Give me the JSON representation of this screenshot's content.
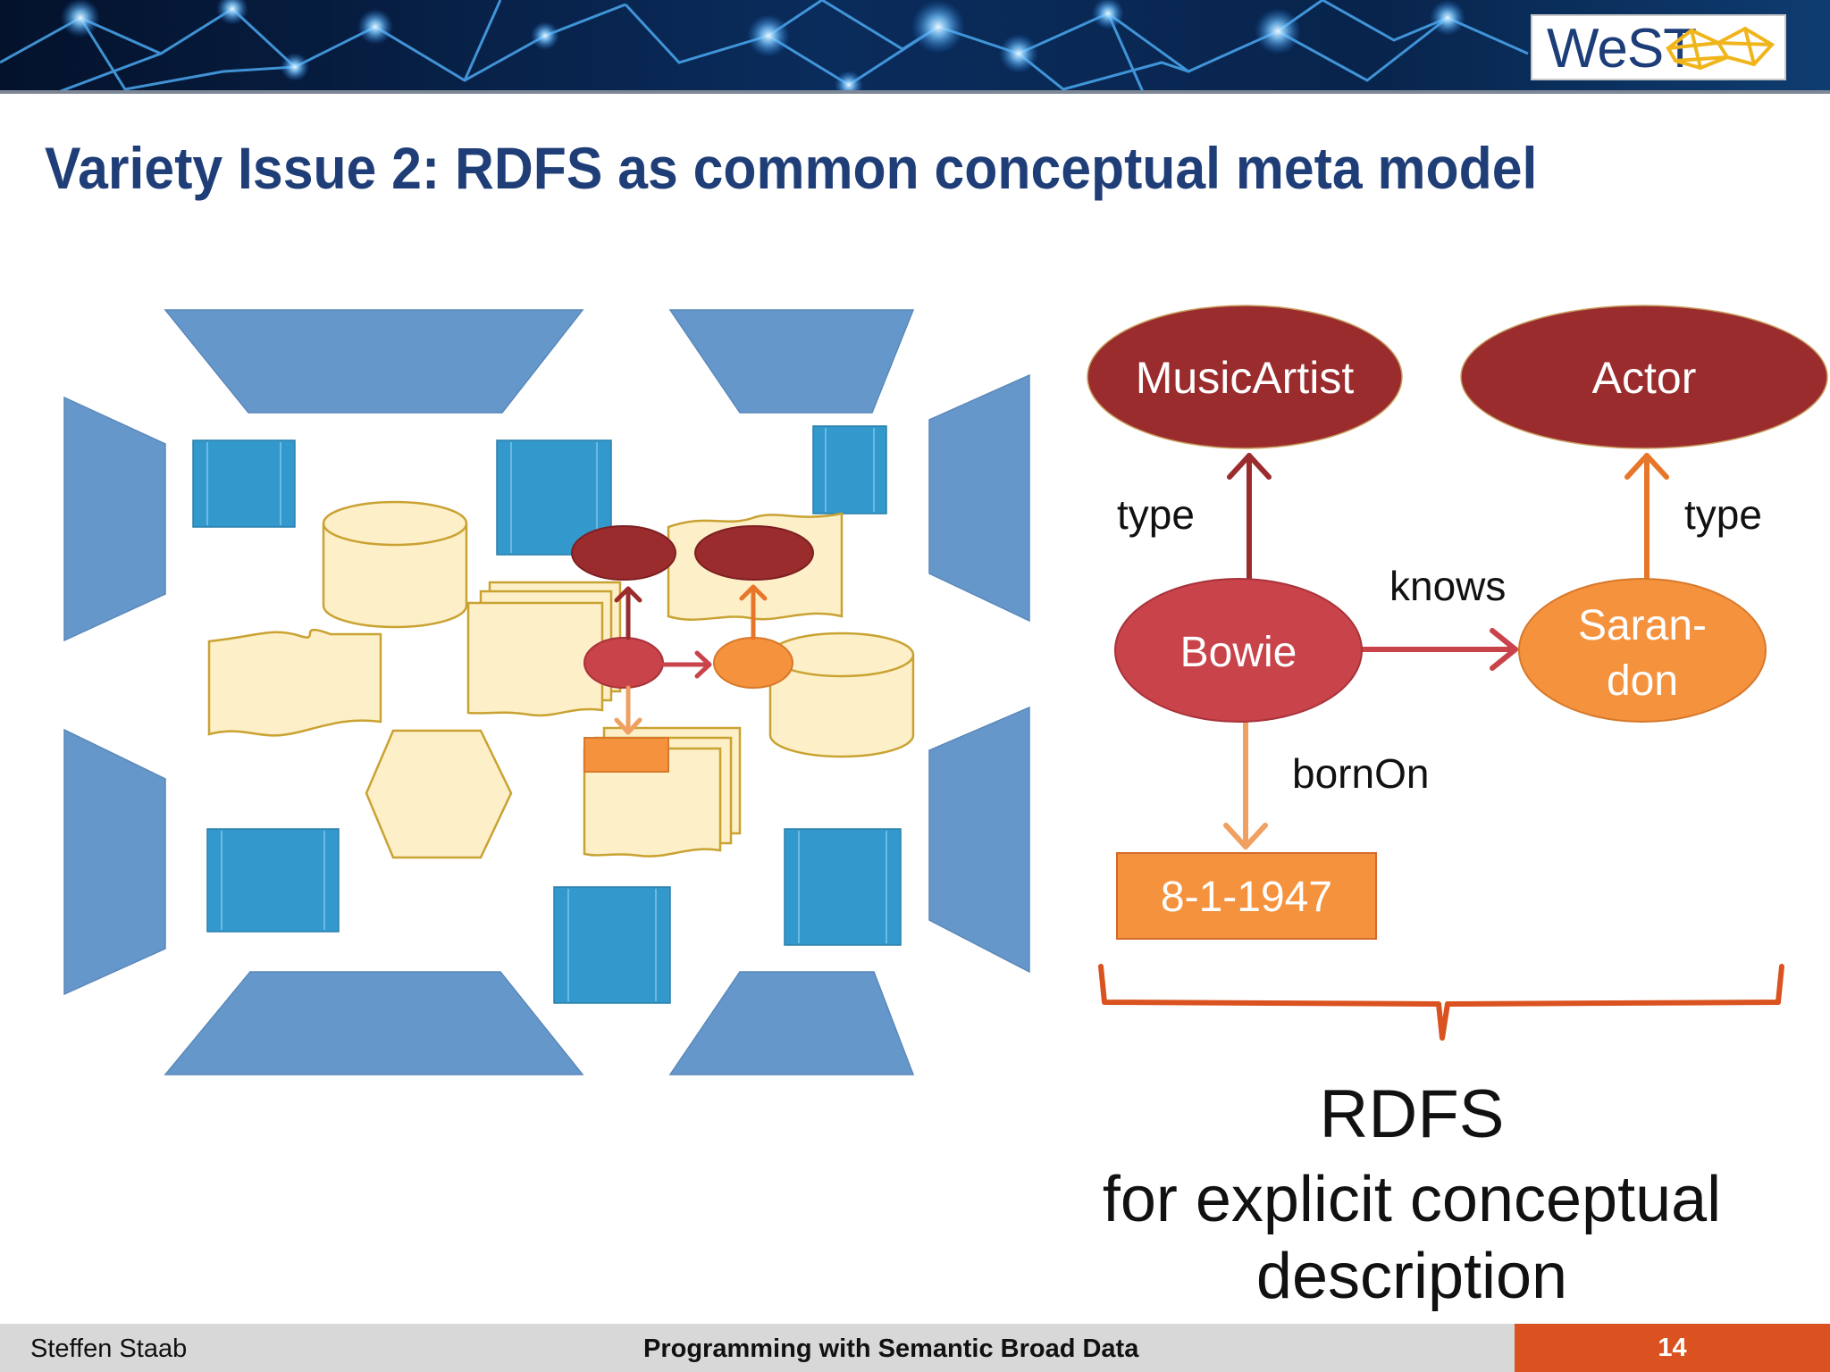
{
  "logo": {
    "text": "WeST"
  },
  "title": "Variety Issue 2: RDFS as common conceptual meta model",
  "graph": {
    "nodes": {
      "musicartist": "MusicArtist",
      "actor": "Actor",
      "bowie": "Bowie",
      "sarandon_line1": "Saran-",
      "sarandon_line2": "don",
      "date": "8-1-1947"
    },
    "edges": {
      "type_left": "type",
      "type_right": "type",
      "knows": "knows",
      "bornon": "bornOn"
    }
  },
  "caption": {
    "title": "RDFS",
    "line1": "for explicit conceptual",
    "line2": "description"
  },
  "footer": {
    "author": "Steffen Staab",
    "course": "Programming with Semantic Broad Data",
    "page": "14"
  },
  "colors": {
    "title": "#1f3e77",
    "class_node": "#9b2c2e",
    "instance_node": "#c9434a",
    "literal_node": "#f5923e",
    "footer_accent": "#d9521f",
    "trapezoid": "#6697cb",
    "square": "#3399cc",
    "document": "#fdf0c8"
  }
}
